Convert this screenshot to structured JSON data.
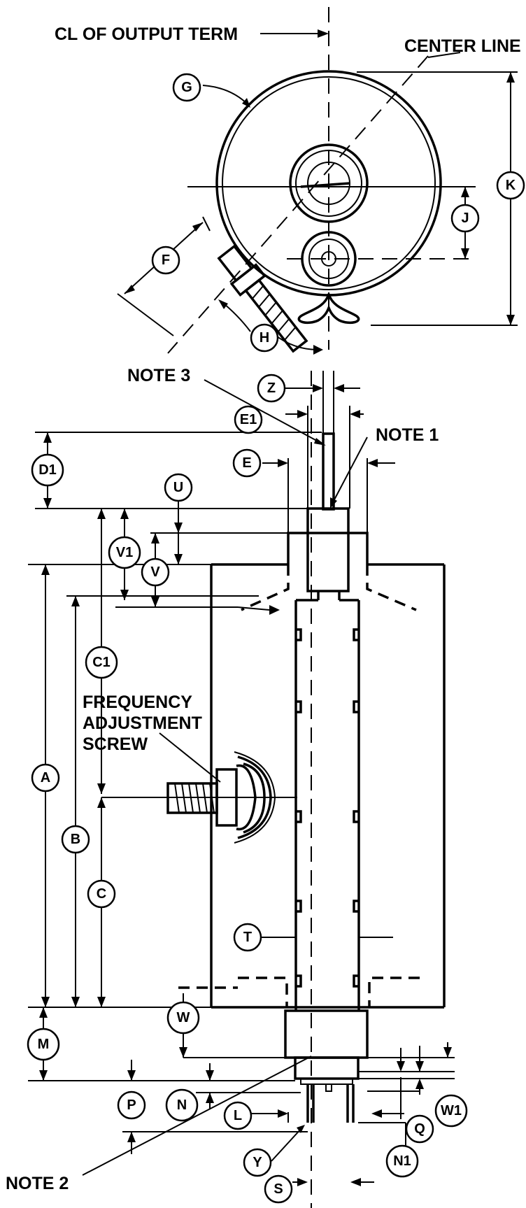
{
  "notes": {
    "cl_output_term": "CL OF OUTPUT TERM",
    "center_line": "CENTER LINE",
    "note_1": "NOTE 1",
    "note_2": "NOTE 2",
    "note_3": "NOTE 3",
    "freq_line1": "FREQUENCY",
    "freq_line2": "ADJUSTMENT",
    "freq_line3": "SCREW"
  },
  "dimensions": {
    "G": "G",
    "K": "K",
    "J": "J",
    "F": "F",
    "H": "H",
    "Z": "Z",
    "E1": "E1",
    "E": "E",
    "D1": "D1",
    "U": "U",
    "V1": "V1",
    "V": "V",
    "C1": "C1",
    "A": "A",
    "B": "B",
    "C": "C",
    "T": "T",
    "W": "W",
    "M": "M",
    "P": "P",
    "N": "N",
    "L": "L",
    "Y": "Y",
    "S": "S",
    "Q": "Q",
    "W1": "W1",
    "N1": "N1"
  }
}
